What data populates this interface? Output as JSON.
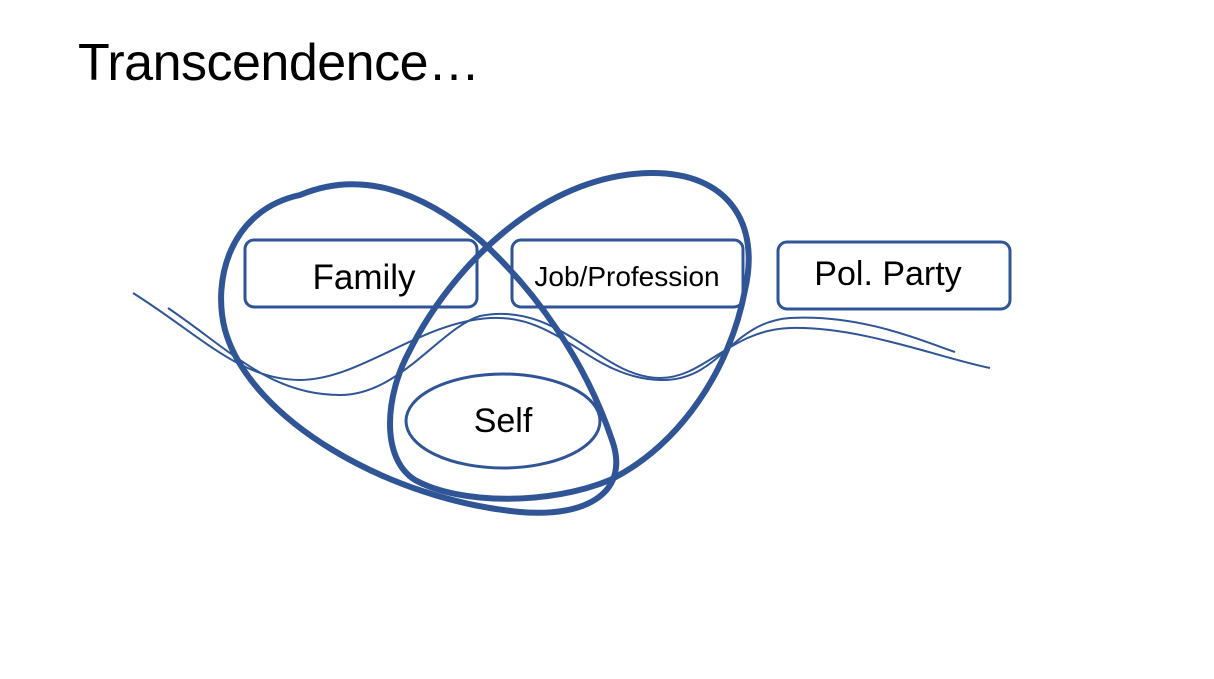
{
  "slide": {
    "title": "Transcendence…"
  },
  "diagram": {
    "labels": {
      "family": "Family",
      "job": "Job/Profession",
      "party": "Pol. Party",
      "self": "Self"
    },
    "colors": {
      "stroke": "#2F5597",
      "text": "#000000",
      "background": "#FFFFFF"
    }
  }
}
